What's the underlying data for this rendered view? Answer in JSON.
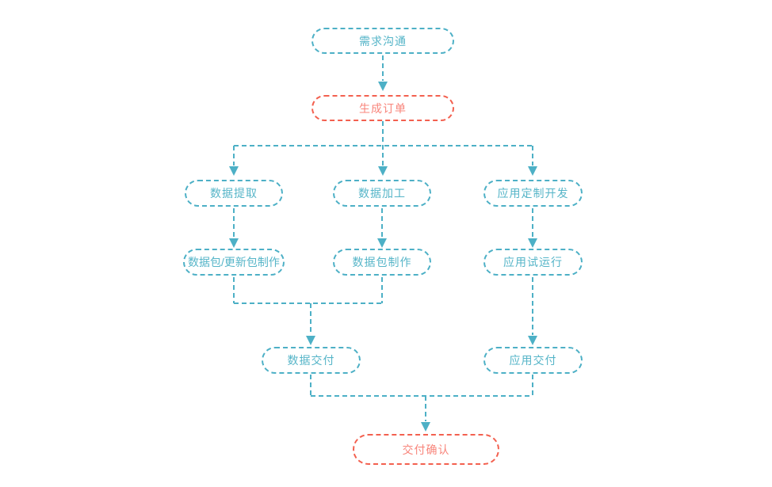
{
  "diagram": {
    "type": "flowchart",
    "background": "#ffffff",
    "colors": {
      "node_border": "#4db0c6",
      "node_text": "#56b5c8",
      "connector": "#4db0c6",
      "highlight_border": "#f3604f",
      "highlight_text": "#f8857b"
    },
    "nodes": [
      {
        "id": "demand-communication",
        "label": "需求沟通",
        "style": "normal"
      },
      {
        "id": "generate-order",
        "label": "生成订单",
        "style": "highlight"
      },
      {
        "id": "data-extraction",
        "label": "数据提取",
        "style": "normal"
      },
      {
        "id": "data-processing",
        "label": "数据加工",
        "style": "normal"
      },
      {
        "id": "app-custom-development",
        "label": "应用定制开发",
        "style": "normal"
      },
      {
        "id": "data-package-update-package-creation",
        "label": "数据包/更新包制作",
        "style": "normal"
      },
      {
        "id": "data-package-creation",
        "label": "数据包制作",
        "style": "normal"
      },
      {
        "id": "app-trial-run",
        "label": "应用试运行",
        "style": "normal"
      },
      {
        "id": "data-delivery",
        "label": "数据交付",
        "style": "normal"
      },
      {
        "id": "app-delivery",
        "label": "应用交付",
        "style": "normal"
      },
      {
        "id": "delivery-confirmation",
        "label": "交付确认",
        "style": "highlight"
      }
    ],
    "edges": [
      {
        "from": "demand-communication",
        "to": "generate-order"
      },
      {
        "from": "generate-order",
        "to": "data-extraction"
      },
      {
        "from": "generate-order",
        "to": "data-processing"
      },
      {
        "from": "generate-order",
        "to": "app-custom-development"
      },
      {
        "from": "data-extraction",
        "to": "data-package-update-package-creation"
      },
      {
        "from": "data-processing",
        "to": "data-package-creation"
      },
      {
        "from": "app-custom-development",
        "to": "app-trial-run"
      },
      {
        "from": "data-package-update-package-creation",
        "to": "data-delivery"
      },
      {
        "from": "data-package-creation",
        "to": "data-delivery"
      },
      {
        "from": "app-trial-run",
        "to": "app-delivery"
      },
      {
        "from": "data-delivery",
        "to": "delivery-confirmation"
      },
      {
        "from": "app-delivery",
        "to": "delivery-confirmation"
      }
    ]
  }
}
